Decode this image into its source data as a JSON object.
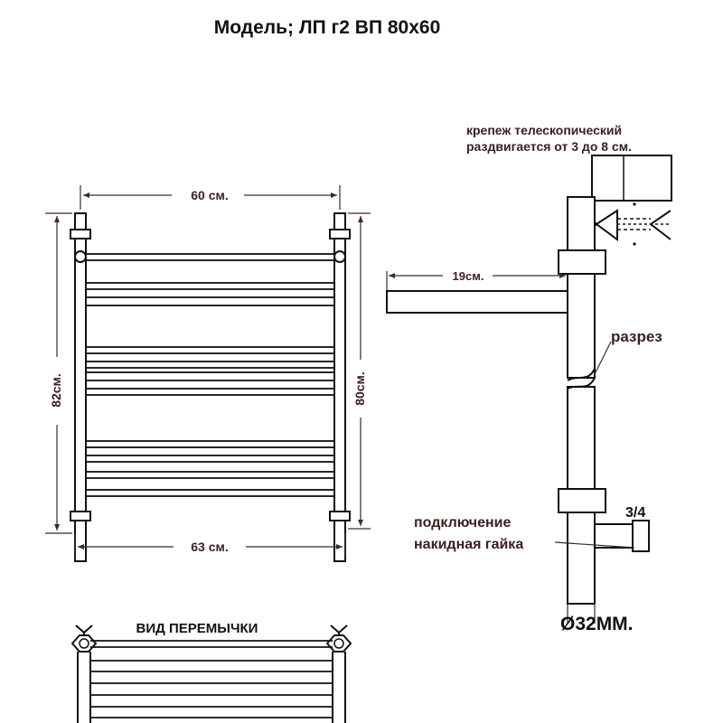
{
  "title": "Модель; ЛП г2 ВП 80х60",
  "front_view": {
    "dim_top": "60 см.",
    "dim_bottom": "63 см.",
    "dim_left": "82см.",
    "dim_right": "80см."
  },
  "side_view": {
    "mount_line1": "крепеж телескопический",
    "mount_line2": "раздвигается от 3 до 8 см.",
    "offset": "19см.",
    "cut": "разрез",
    "thread": "3/4",
    "connection_line1": "подключение",
    "connection_line2": "накидная гайка",
    "diameter": "Ø32ММ."
  },
  "bottom_view": {
    "label": "ВИД ПЕРЕМЫЧКИ"
  },
  "colors": {
    "line": "#111111",
    "label_text": "#3a1f1f",
    "dimension": "#3a2a2a"
  }
}
